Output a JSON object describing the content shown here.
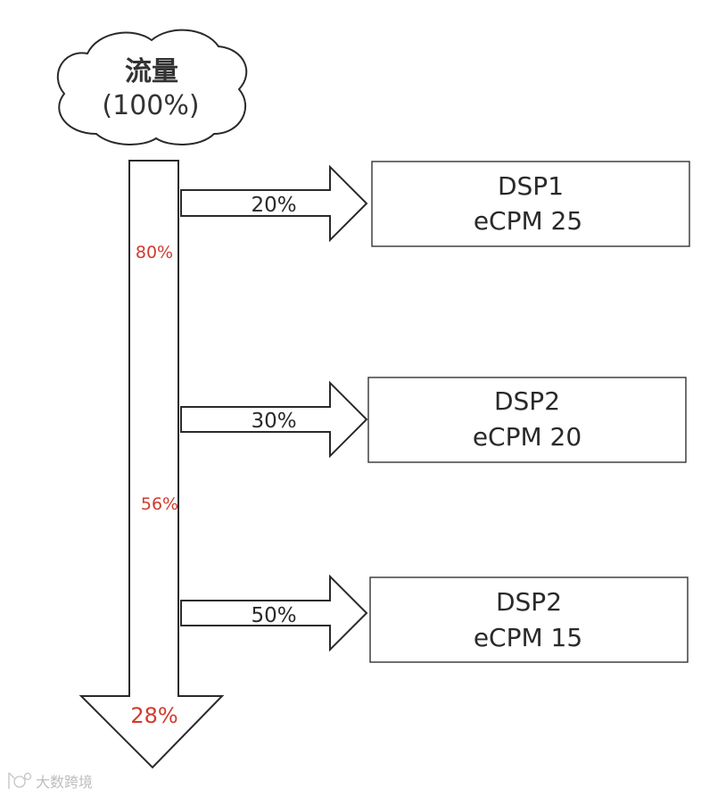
{
  "source": {
    "title": "流量",
    "share": "(100%)"
  },
  "remaining": [
    {
      "label": "80%"
    },
    {
      "label": "56%"
    },
    {
      "label": "28%"
    }
  ],
  "branches": [
    {
      "percent": "20%",
      "dsp": "DSP1",
      "ecpm": "eCPM 25"
    },
    {
      "percent": "30%",
      "dsp": "DSP2",
      "ecpm": "eCPM 20"
    },
    {
      "percent": "50%",
      "dsp": "DSP2",
      "ecpm": "eCPM 15"
    }
  ],
  "watermark": {
    "text": "大数跨境"
  },
  "colors": {
    "outline": "#2a2a2a",
    "highlight": "#d23a2e",
    "watermark": "#bdbdbd"
  }
}
